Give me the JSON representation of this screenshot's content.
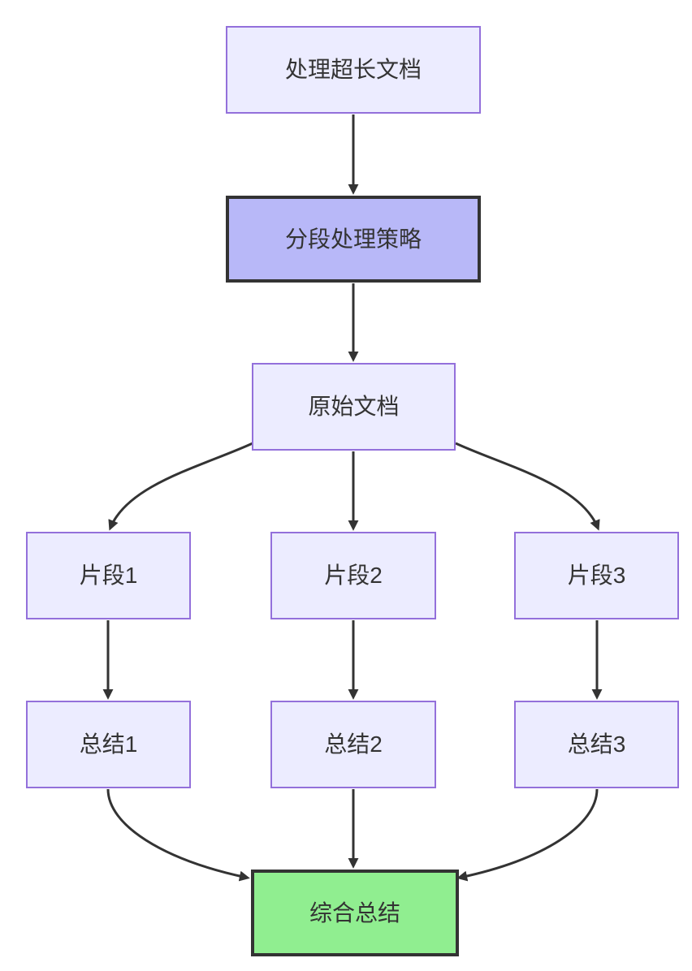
{
  "palette": {
    "node-fill": "#ECECFF",
    "node-stroke": "#9370DB",
    "emphasis-fill": "#b8b8f8",
    "success-fill": "#90EE90",
    "strong-stroke": "#333333",
    "edge-color": "#333333",
    "text-color": "#333333",
    "background": "#ffffff"
  },
  "diagram": {
    "type": "flowchart",
    "direction": "top-down",
    "nodes": [
      {
        "id": "A",
        "label": "处理超长文档",
        "style": "default"
      },
      {
        "id": "B",
        "label": "分段处理策略",
        "style": "emphasis"
      },
      {
        "id": "C",
        "label": "原始文档",
        "style": "default"
      },
      {
        "id": "D",
        "label": "片段1",
        "style": "default"
      },
      {
        "id": "E",
        "label": "片段2",
        "style": "default"
      },
      {
        "id": "F",
        "label": "片段3",
        "style": "default"
      },
      {
        "id": "G",
        "label": "总结1",
        "style": "default"
      },
      {
        "id": "H",
        "label": "总结2",
        "style": "default"
      },
      {
        "id": "I",
        "label": "总结3",
        "style": "default"
      },
      {
        "id": "J",
        "label": "综合总结",
        "style": "success"
      }
    ],
    "edges": [
      {
        "from": "处理超长文档",
        "to": "分段处理策略"
      },
      {
        "from": "分段处理策略",
        "to": "原始文档"
      },
      {
        "from": "原始文档",
        "to": "片段1"
      },
      {
        "from": "原始文档",
        "to": "片段2"
      },
      {
        "from": "原始文档",
        "to": "片段3"
      },
      {
        "from": "片段1",
        "to": "总结1"
      },
      {
        "from": "片段2",
        "to": "总结2"
      },
      {
        "from": "片段3",
        "to": "总结3"
      },
      {
        "from": "总结1",
        "to": "综合总结"
      },
      {
        "from": "总结2",
        "to": "综合总结"
      },
      {
        "from": "总结3",
        "to": "综合总结"
      }
    ]
  }
}
